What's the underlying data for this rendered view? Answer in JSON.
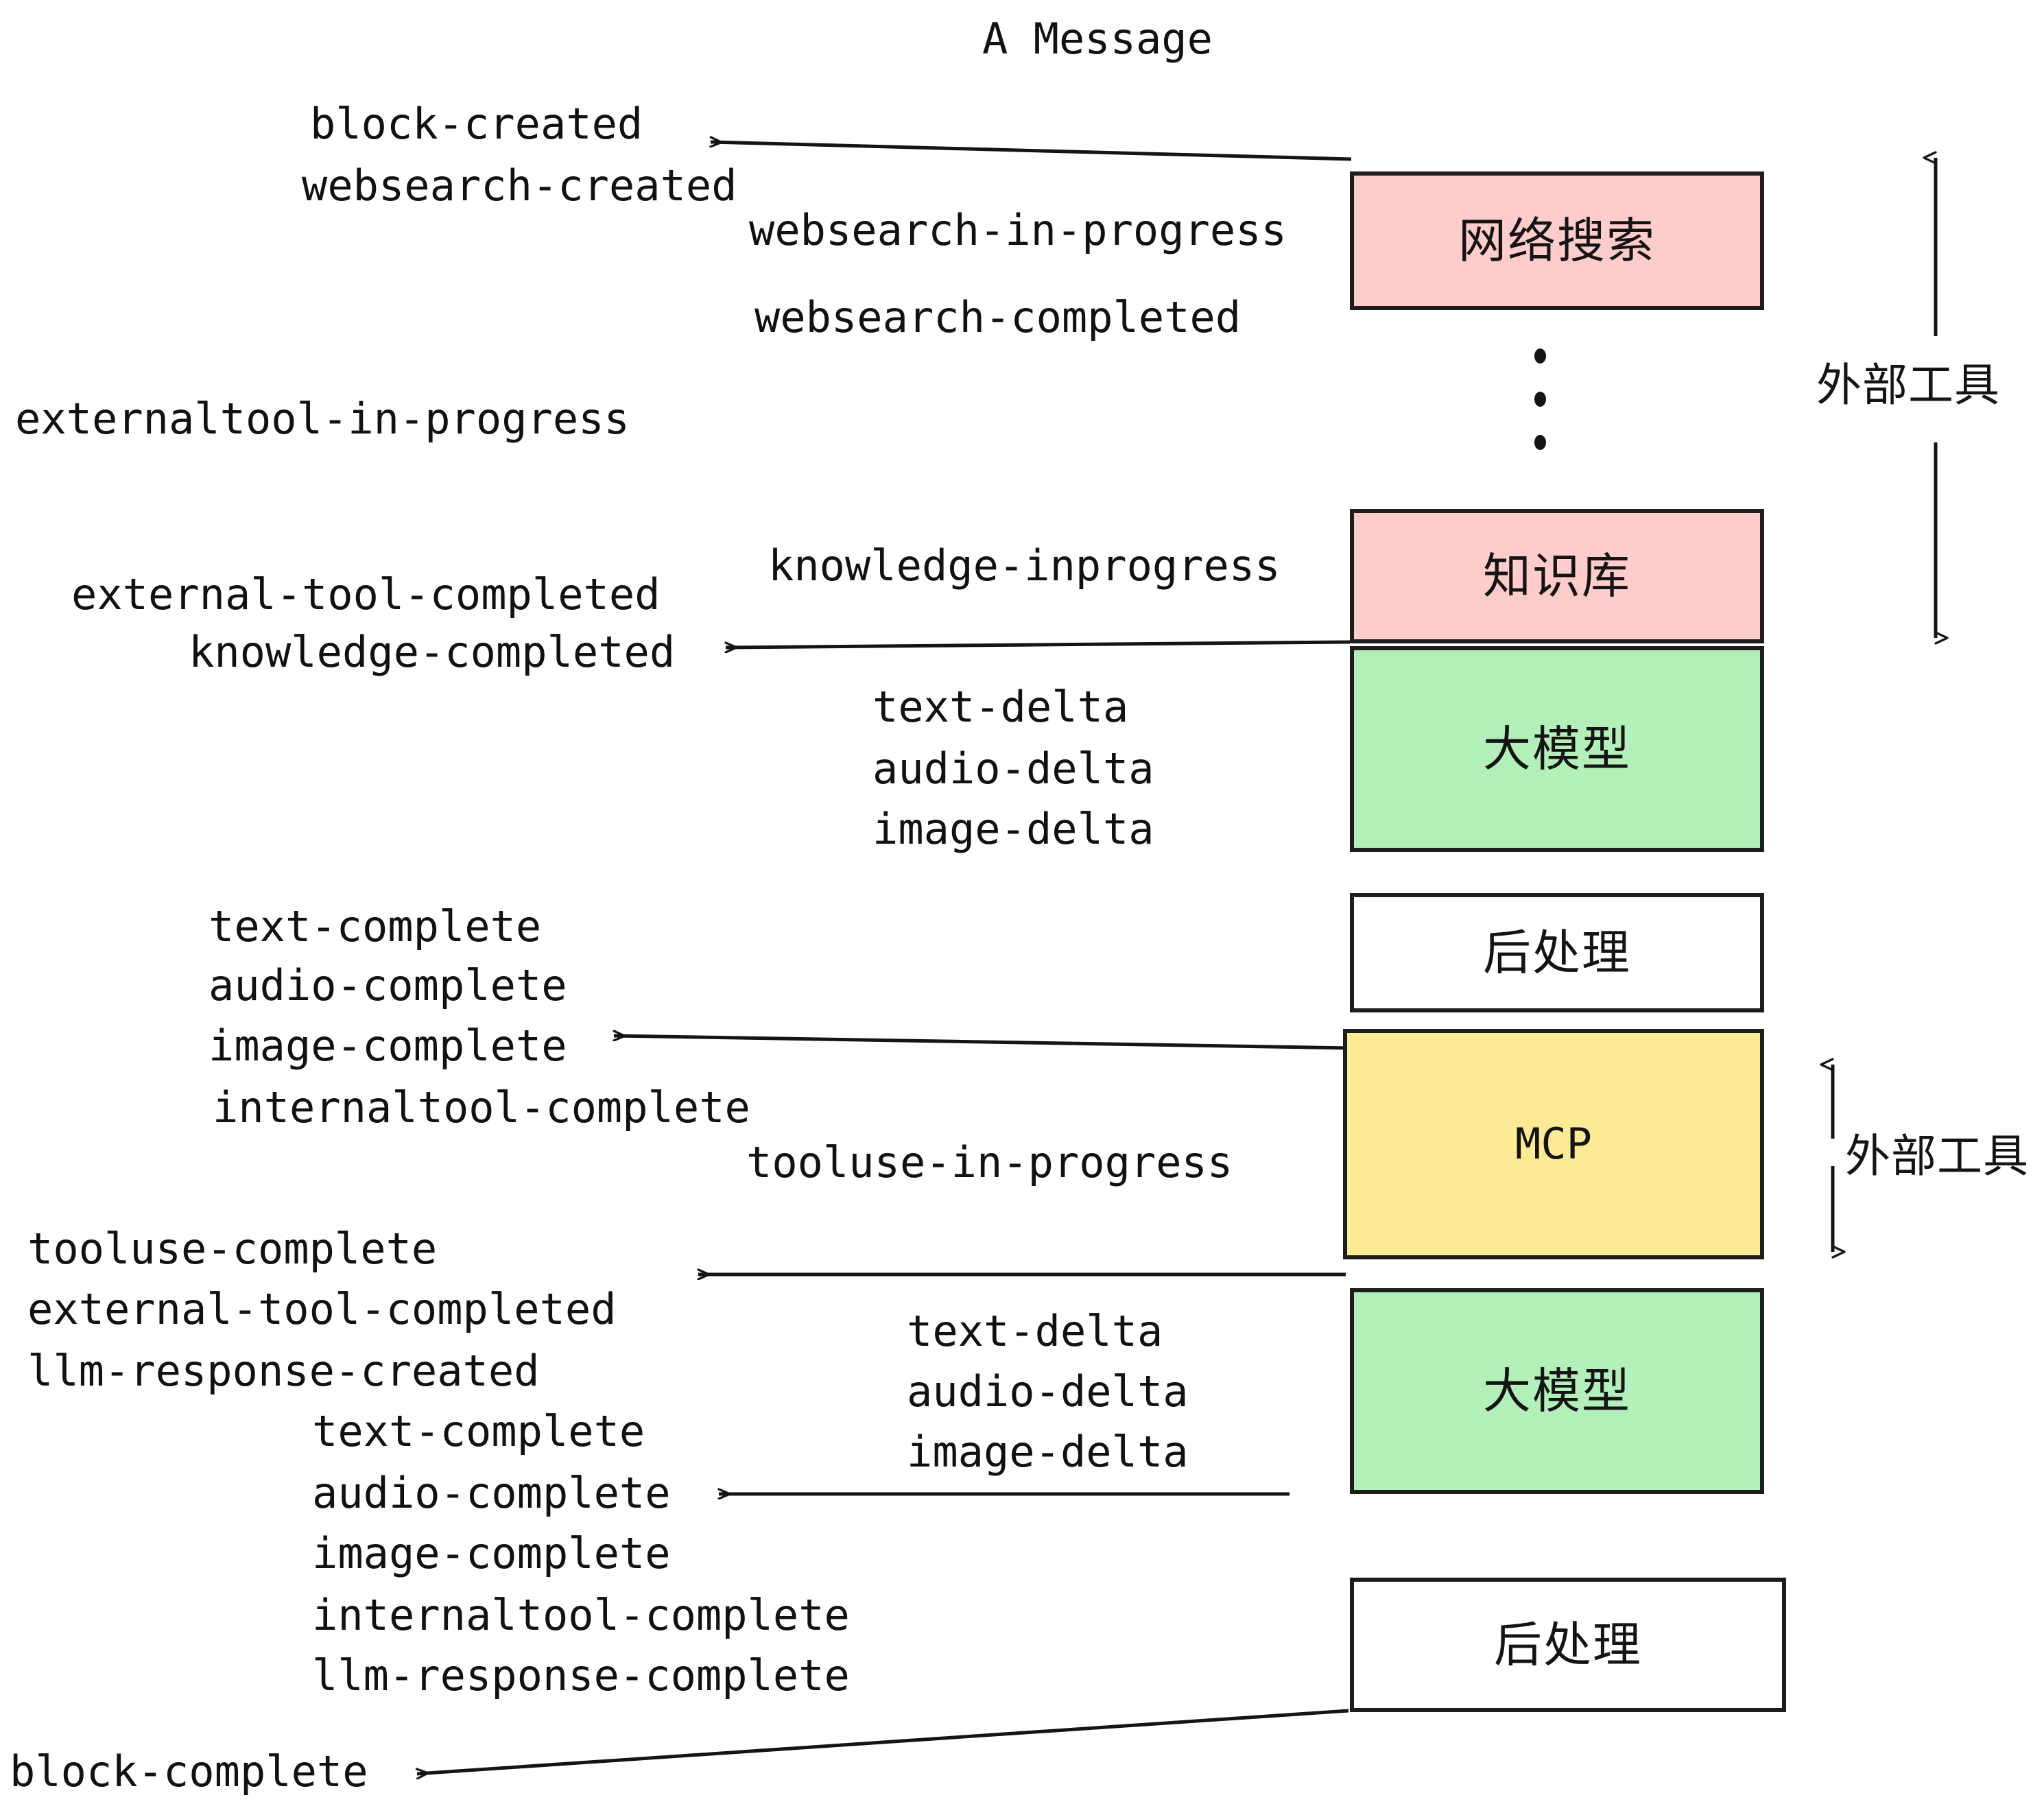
{
  "title": "A Message",
  "colors": {
    "websearch_fill": "#ffcccc",
    "knowledge_fill": "#ffcccc",
    "llm_fill": "#b3f0b9",
    "mcp_fill": "#fceb95",
    "postprocess_fill": "#ffffff",
    "stroke": "#1d1d1d",
    "text": "#141414",
    "background": "#ffffff"
  },
  "nodes": [
    {
      "id": "websearch",
      "label": "网络搜索",
      "fill": "#ffcccc",
      "latin": false
    },
    {
      "id": "knowledge",
      "label": "知识库",
      "fill": "#ffcccc",
      "latin": false
    },
    {
      "id": "llm-top",
      "label": "大模型",
      "fill": "#b3f0b9",
      "latin": false
    },
    {
      "id": "postprocess-top",
      "label": "后处理",
      "fill": "#ffffff",
      "latin": false
    },
    {
      "id": "mcp",
      "label": "MCP",
      "fill": "#fceb95",
      "latin": true
    },
    {
      "id": "llm-bottom",
      "label": "大模型",
      "fill": "#b3f0b9",
      "latin": false
    },
    {
      "id": "postprocess-bottom",
      "label": "后处理",
      "fill": "#ffffff",
      "latin": false
    }
  ],
  "side_labels": [
    {
      "id": "external-tools-top",
      "text": "外部工具"
    },
    {
      "id": "external-tools-bottom",
      "text": "外部工具"
    }
  ],
  "events": [
    {
      "id": "block-created",
      "text": "block-created"
    },
    {
      "id": "websearch-created",
      "text": "websearch-created"
    },
    {
      "id": "websearch-in-progress",
      "text": "websearch-in-progress"
    },
    {
      "id": "websearch-completed",
      "text": "websearch-completed"
    },
    {
      "id": "externaltool-in-progress",
      "text": "externaltool-in-progress"
    },
    {
      "id": "knowledge-inprogress",
      "text": "knowledge-inprogress"
    },
    {
      "id": "external-tool-completed-1",
      "text": "external-tool-completed"
    },
    {
      "id": "knowledge-completed",
      "text": "knowledge-completed"
    },
    {
      "id": "text-delta-1",
      "text": "text-delta"
    },
    {
      "id": "audio-delta-1",
      "text": "audio-delta"
    },
    {
      "id": "image-delta-1",
      "text": "image-delta"
    },
    {
      "id": "text-complete-1",
      "text": "text-complete"
    },
    {
      "id": "audio-complete-1",
      "text": "audio-complete"
    },
    {
      "id": "image-complete-1",
      "text": "image-complete"
    },
    {
      "id": "internaltool-complete-1",
      "text": "internaltool-complete"
    },
    {
      "id": "tooluse-in-progress",
      "text": "tooluse-in-progress"
    },
    {
      "id": "tooluse-complete",
      "text": "tooluse-complete"
    },
    {
      "id": "external-tool-completed-2",
      "text": "external-tool-completed"
    },
    {
      "id": "llm-response-created",
      "text": "llm-response-created"
    },
    {
      "id": "text-delta-2",
      "text": "text-delta"
    },
    {
      "id": "audio-delta-2",
      "text": "audio-delta"
    },
    {
      "id": "image-delta-2",
      "text": "image-delta"
    },
    {
      "id": "text-complete-2",
      "text": "text-complete"
    },
    {
      "id": "audio-complete-2",
      "text": "audio-complete"
    },
    {
      "id": "image-complete-2",
      "text": "image-complete"
    },
    {
      "id": "internaltool-complete-2",
      "text": "internaltool-complete"
    },
    {
      "id": "llm-response-complete",
      "text": "llm-response-complete"
    },
    {
      "id": "block-complete",
      "text": "block-complete"
    }
  ],
  "ellipsis": {
    "id": "vertical-ellipsis",
    "count": 3
  }
}
